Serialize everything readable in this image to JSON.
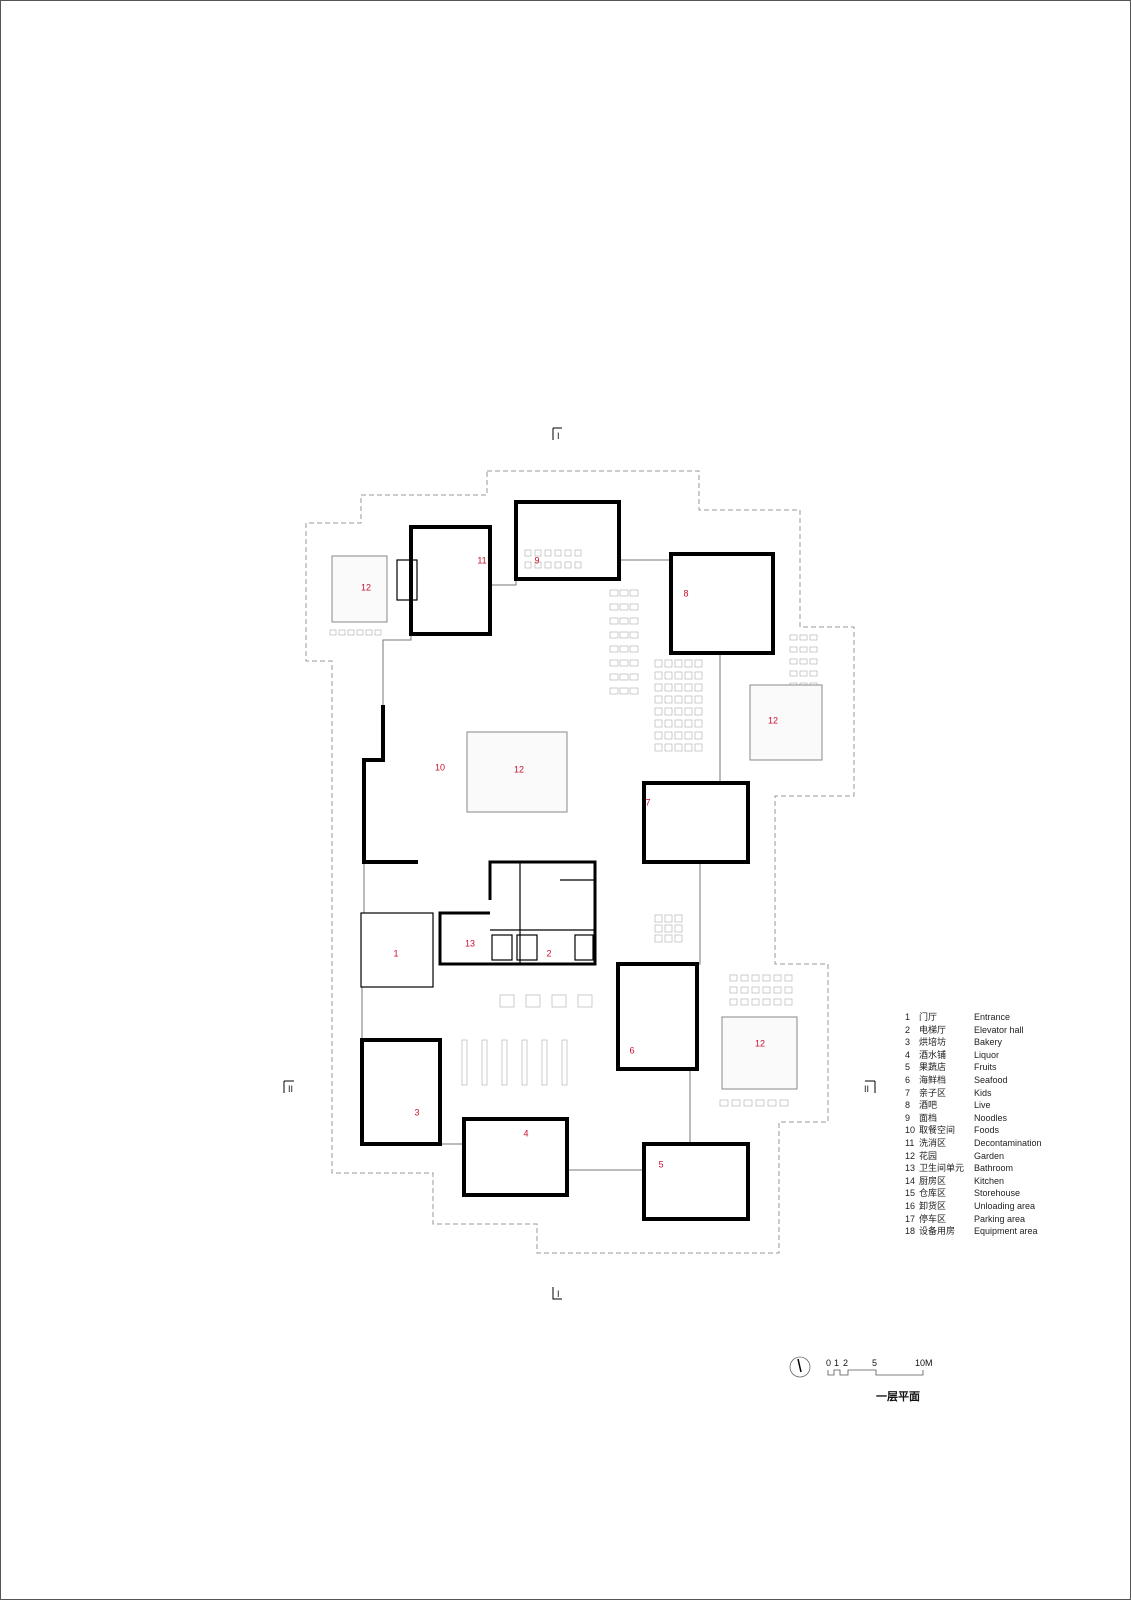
{
  "plan": {
    "room_labels": {
      "r1": "1",
      "r2": "2",
      "r3": "3",
      "r4": "4",
      "r5": "5",
      "r6": "6",
      "r7": "7",
      "r8": "8",
      "r9": "9",
      "r10": "10",
      "r11": "11",
      "r12": "12",
      "r13": "13"
    },
    "section_marks": {
      "top": "I",
      "bottom": "I",
      "left": "II",
      "right": "II"
    },
    "label_color": "#c8102e"
  },
  "legend": [
    {
      "num": "1",
      "zh": "门厅",
      "en": "Entrance"
    },
    {
      "num": "2",
      "zh": "电梯厅",
      "en": "Elevator hall"
    },
    {
      "num": "3",
      "zh": "烘培坊",
      "en": "Bakery"
    },
    {
      "num": "4",
      "zh": "酒水铺",
      "en": "Liquor"
    },
    {
      "num": "5",
      "zh": "果蔬店",
      "en": "Fruits"
    },
    {
      "num": "6",
      "zh": "海鲜档",
      "en": "Seafood"
    },
    {
      "num": "7",
      "zh": "亲子区",
      "en": "Kids"
    },
    {
      "num": "8",
      "zh": "酒吧",
      "en": "Live"
    },
    {
      "num": "9",
      "zh": "面档",
      "en": "Noodles"
    },
    {
      "num": "10",
      "zh": "取餐空间",
      "en": "Foods"
    },
    {
      "num": "11",
      "zh": "洗消区",
      "en": "Decontamination"
    },
    {
      "num": "12",
      "zh": "花园",
      "en": "Garden"
    },
    {
      "num": "13",
      "zh": "卫生间单元",
      "en": "Bathroom"
    },
    {
      "num": "14",
      "zh": "厨房区",
      "en": "Kitchen"
    },
    {
      "num": "15",
      "zh": "仓库区",
      "en": "Storehouse"
    },
    {
      "num": "16",
      "zh": "卸货区",
      "en": "Unloading area"
    },
    {
      "num": "17",
      "zh": "停车区",
      "en": "Parking area"
    },
    {
      "num": "18",
      "zh": "设备用房",
      "en": "Equipment area"
    }
  ],
  "scale_bar": {
    "ticks": [
      "0",
      "1",
      "2",
      "5",
      "10M"
    ]
  },
  "north_arrow_icon": "north-arrow-icon",
  "drawing_title": "一层平面"
}
